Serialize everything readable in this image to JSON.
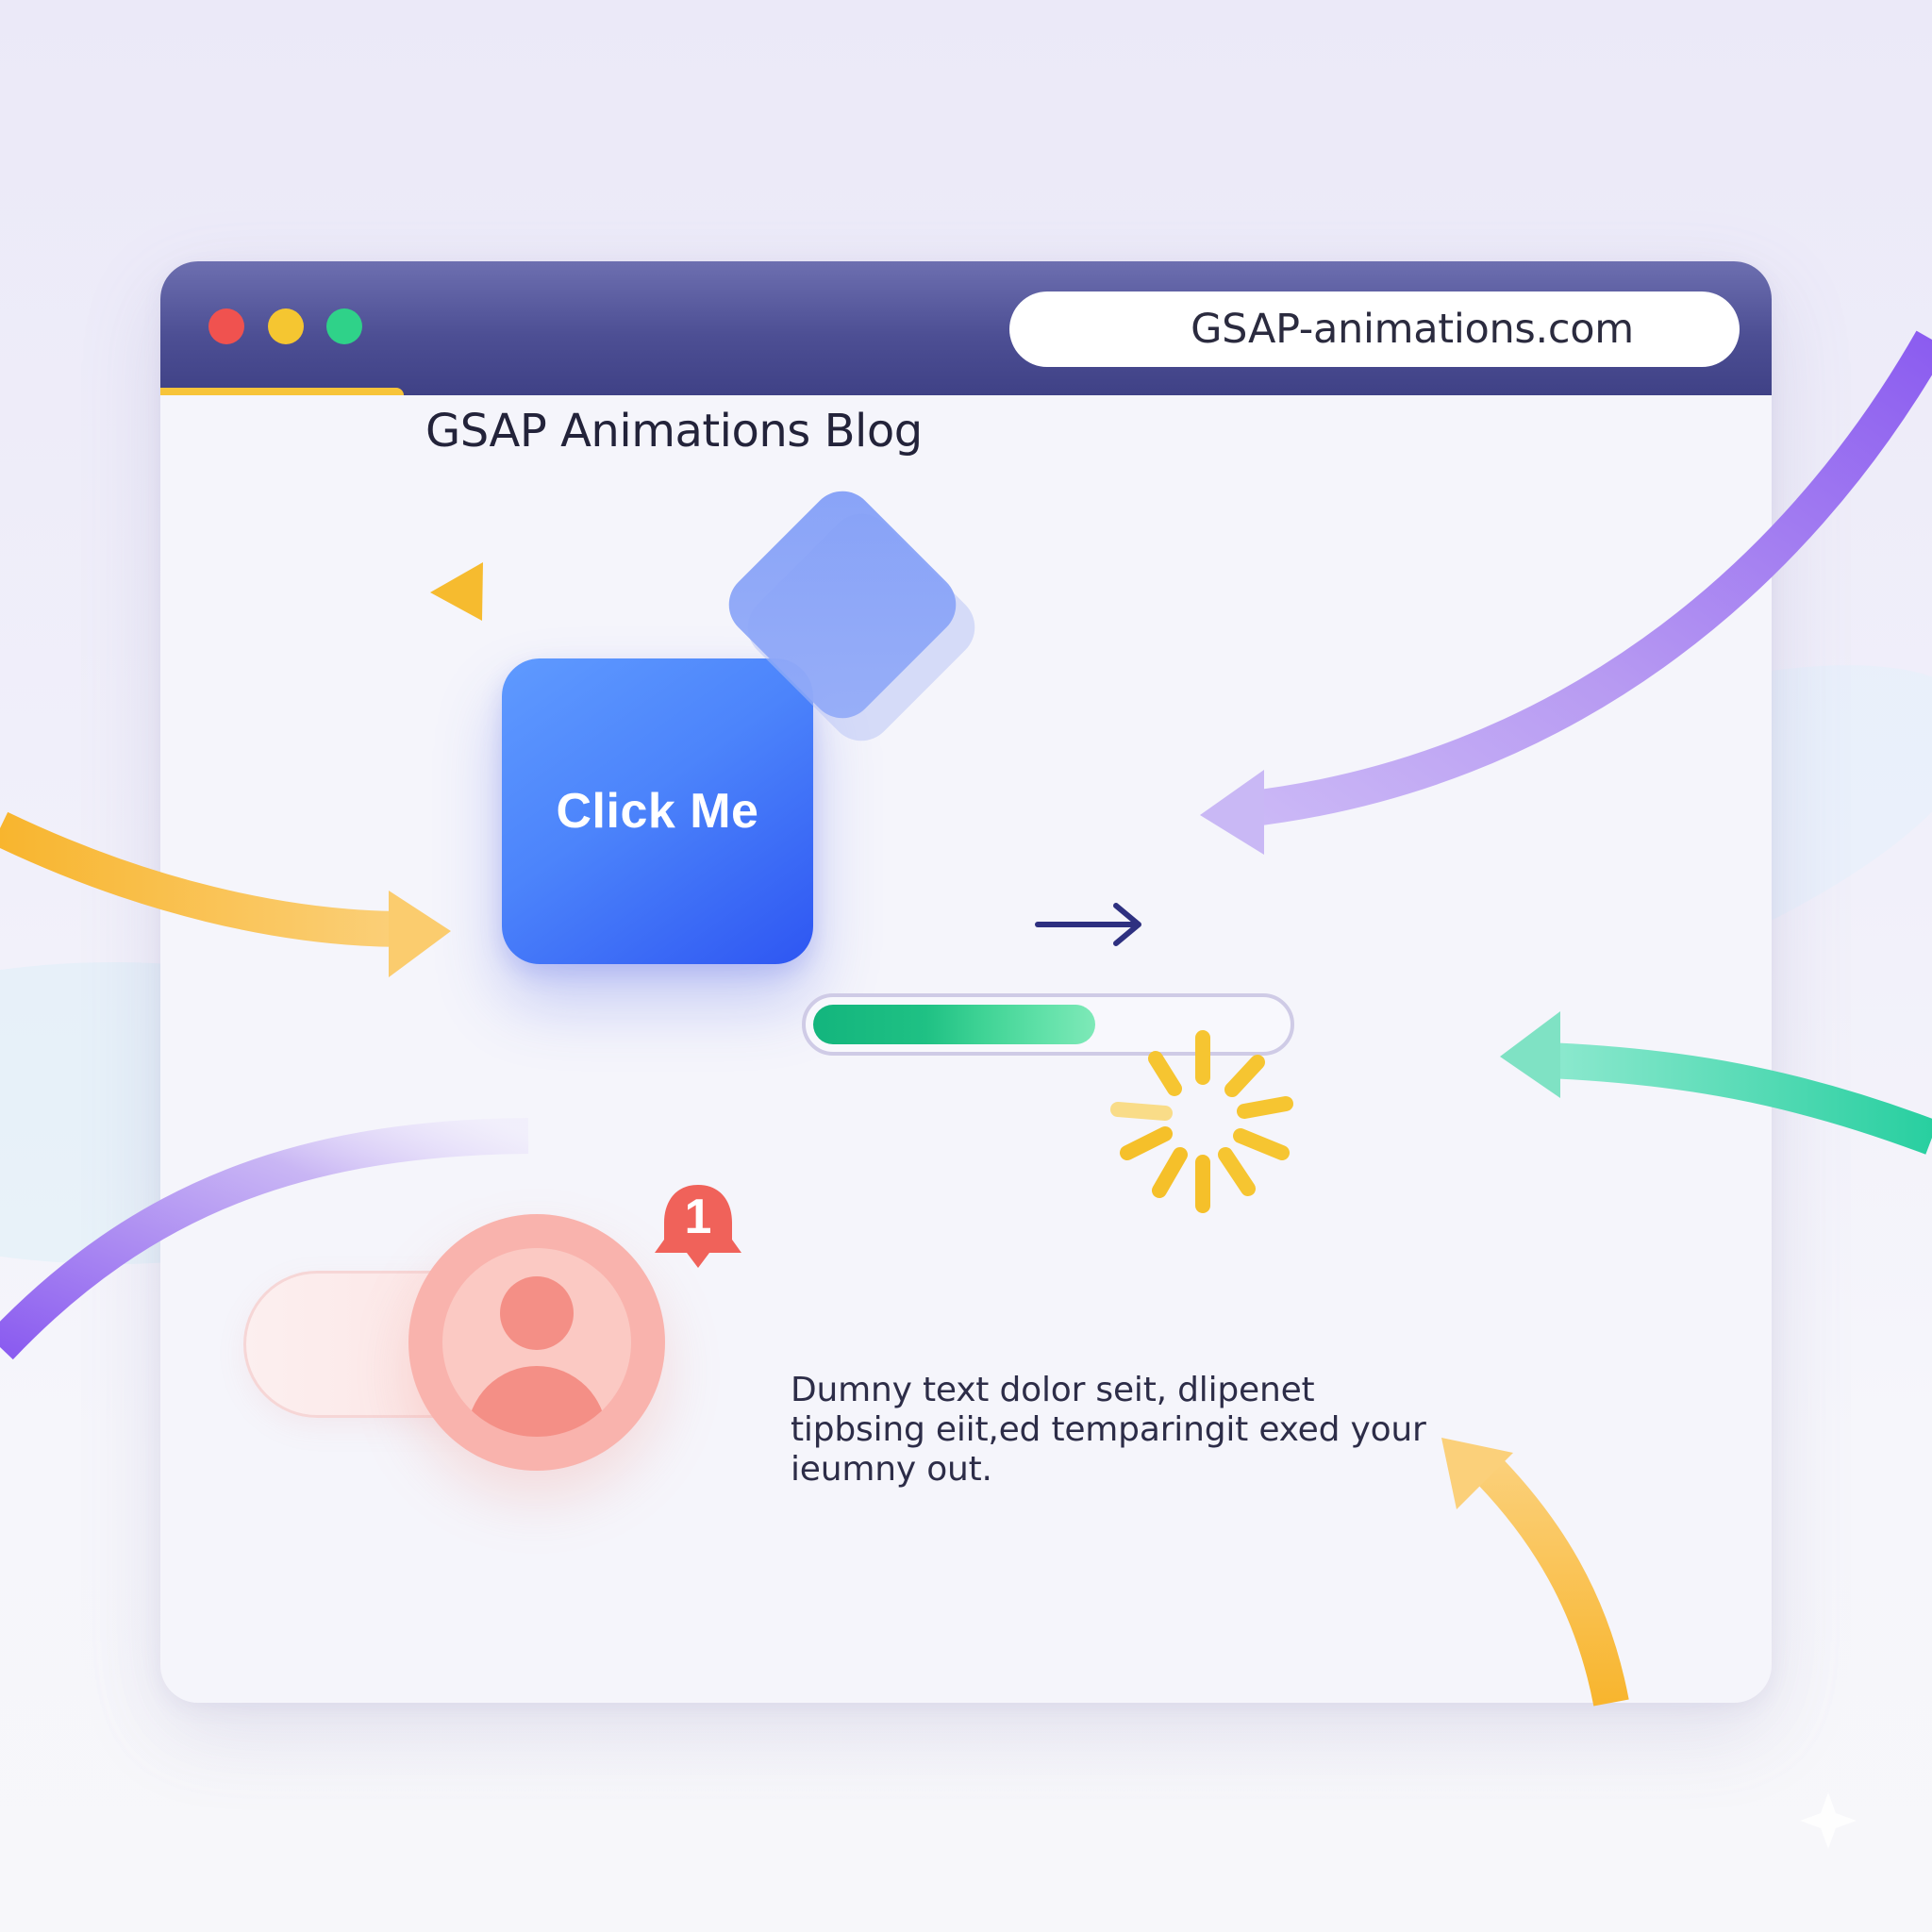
{
  "browser": {
    "url": "GSAP-animations.com",
    "window_controls": [
      "close",
      "minimize",
      "maximize"
    ]
  },
  "page": {
    "title": "GSAP Animations Blog",
    "button_label": "Click Me",
    "progress": 0.6,
    "notification_count": "1",
    "body_text": "Dumny text dolor seit, dlipenet tipbsing eiit,ed temparingit exed your ieumny out."
  },
  "icons": [
    "triangle-pointer-icon",
    "diamond-shape-icon",
    "arrow-right-icon",
    "spinner-icon",
    "user-icon",
    "bell-badge-icon"
  ],
  "colors": {
    "titlebar": "#4d4f94",
    "button": "#4c84fb",
    "progress": "#1fc184",
    "spinner": "#f5c631",
    "avatar": "#f9b3ad",
    "badge": "#f0625a"
  }
}
